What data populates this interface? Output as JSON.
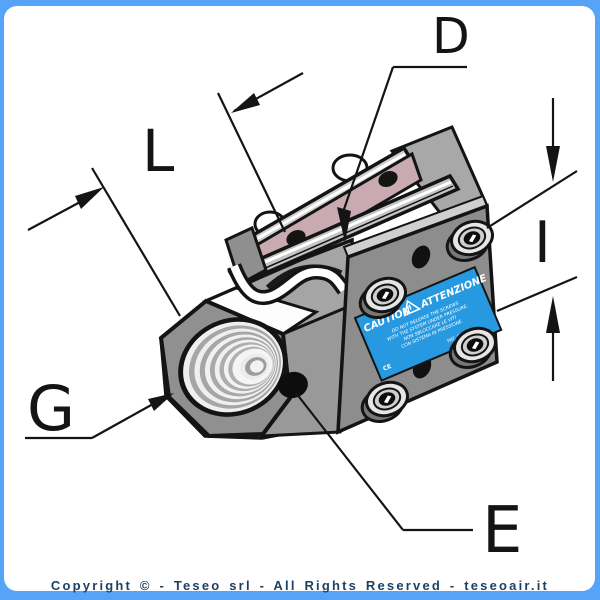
{
  "annotations": {
    "labels": [
      {
        "id": "D",
        "letter": "D"
      },
      {
        "id": "L",
        "letter": "L"
      },
      {
        "id": "I",
        "letter": "I"
      },
      {
        "id": "G",
        "letter": "G"
      },
      {
        "id": "E",
        "letter": "E"
      }
    ]
  },
  "caution_label": {
    "title_left": "CAUTION",
    "title_right": "ATTENZIONE",
    "warning_lines": [
      "DO NOT RELEASE THE SCREWS",
      "WITH THE SYSTEM UNDER PRESSURE.",
      "NON SBLOCCARE LE VITI",
      "CON SISTEMA IN PRESSIONE."
    ],
    "footer_left": "CE",
    "footer_right": "PAT. PENDING"
  },
  "footer": {
    "copyright_text": "Copyright © - Teseo srl - All Rights Reserved - teseoair.it"
  },
  "colors": {
    "frame_border": "#55a4f7",
    "label_blue": "#2699e0",
    "clamp_pink": "#c9aab1",
    "copyright_navy": "#1c4166"
  }
}
